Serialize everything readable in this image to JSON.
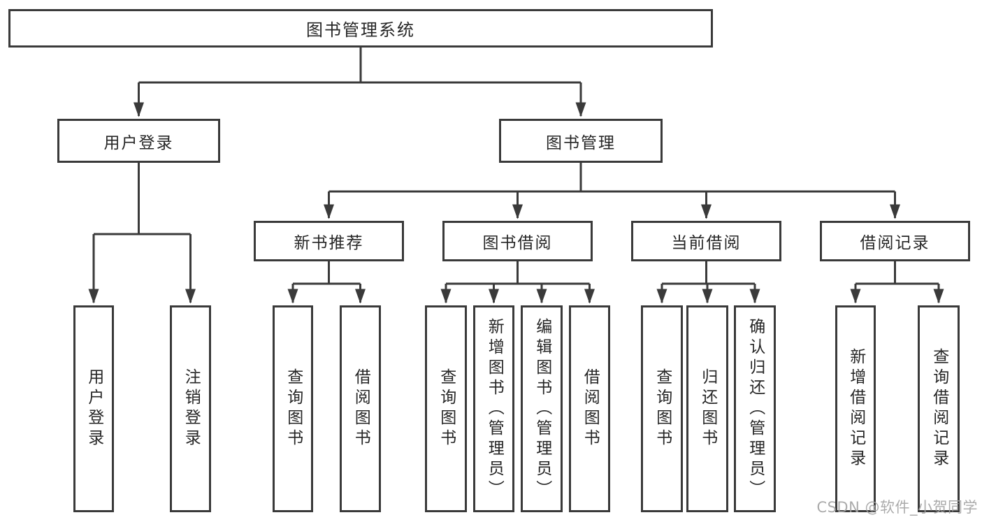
{
  "diagram": {
    "root": {
      "label": "图书管理系统"
    },
    "branches": [
      {
        "label": "用户登录",
        "children": [
          {
            "label": "用户登录"
          },
          {
            "label": "注销登录"
          }
        ]
      },
      {
        "label": "图书管理",
        "children": [
          {
            "label": "新书推荐",
            "children": [
              {
                "label": "查询图书"
              },
              {
                "label": "借阅图书"
              }
            ]
          },
          {
            "label": "图书借阅",
            "children": [
              {
                "label": "查询图书"
              },
              {
                "label": "新增图书（管理员）"
              },
              {
                "label": "编辑图书（管理员）"
              },
              {
                "label": "借阅图书"
              }
            ]
          },
          {
            "label": "当前借阅",
            "children": [
              {
                "label": "查询图书"
              },
              {
                "label": "归还图书"
              },
              {
                "label": "确认归还（管理员）"
              }
            ]
          },
          {
            "label": "借阅记录",
            "children": [
              {
                "label": "新增借阅记录"
              },
              {
                "label": "查询借阅记录"
              }
            ]
          }
        ]
      }
    ]
  },
  "watermark": "CSDN @软件_小贺同学",
  "colors": {
    "line": "#3a3a3a",
    "text": "#262626",
    "watermark": "#a3a3a3",
    "background": "#ffffff"
  }
}
